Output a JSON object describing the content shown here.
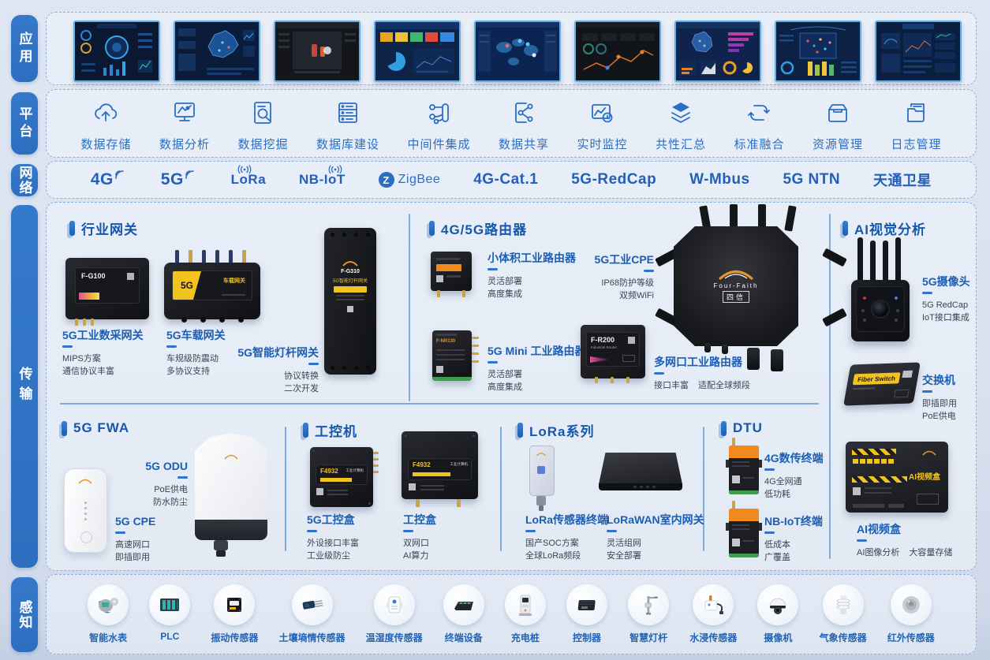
{
  "layers": {
    "app": "应用",
    "platform": "平台",
    "network": "网络",
    "transport": "传输",
    "perception": "感知"
  },
  "applications": {
    "screens": [
      "smart-factory-dashboard",
      "china-map-dashboard",
      "video-surveillance",
      "kpi-statistics-dashboard",
      "world-map-dashboard",
      "trend-analytics-dashboard",
      "province-map-dashboard",
      "monitoring-center-dashboard",
      "river-monitoring-platform"
    ]
  },
  "platform": {
    "items": [
      {
        "icon": "cloud-storage-icon",
        "label": "数据存储"
      },
      {
        "icon": "monitor-analysis-icon",
        "label": "数据分析"
      },
      {
        "icon": "doc-mining-icon",
        "label": "数据挖掘"
      },
      {
        "icon": "database-icon",
        "label": "数据库建设"
      },
      {
        "icon": "middleware-icon",
        "label": "中间件集成"
      },
      {
        "icon": "share-icon",
        "label": "数据共享"
      },
      {
        "icon": "realtime-monitor-icon",
        "label": "实时监控"
      },
      {
        "icon": "layers-icon",
        "label": "共性汇总"
      },
      {
        "icon": "standard-fusion-icon",
        "label": "标准融合"
      },
      {
        "icon": "resource-icon",
        "label": "资源管理"
      },
      {
        "icon": "logs-icon",
        "label": "日志管理"
      }
    ]
  },
  "network": {
    "items": [
      "4G",
      "5G",
      "LoRa",
      "NB-IoT",
      "ZigBee",
      "4G-Cat.1",
      "5G-RedCap",
      "W-Mbus",
      "5G NTN",
      "天通卫星"
    ],
    "zigbee_badge": "Z"
  },
  "transmission": {
    "industry_gateway": {
      "title": "行业网关",
      "products": [
        {
          "name": "5G工业数采网关",
          "features": [
            "MIPS方案",
            "通信协议丰富"
          ],
          "device": {
            "model": "F-G100"
          }
        },
        {
          "name": "5G车载网关",
          "features": [
            "车规级防震动",
            "多协议支持"
          ],
          "device": {
            "badge": "5G",
            "text": "车载网关"
          }
        },
        {
          "name": "5G智能灯杆网关",
          "features": [
            "协议转换",
            "二次开发"
          ],
          "device": {
            "model": "F-G310",
            "text": "5G智能灯杆网关"
          }
        }
      ]
    },
    "routers": {
      "title": "4G/5G路由器",
      "products": [
        {
          "name": "小体积工业路由器",
          "features": [
            "灵活部署",
            "高度集成"
          ]
        },
        {
          "name": "5G工业CPE",
          "features": [
            "IP68防护等级",
            "双频WiFi"
          ],
          "device": {
            "brand": "Four-Faith",
            "brand_cn": "四信"
          }
        },
        {
          "name": "5G Mini 工业路由器",
          "features": [
            "灵活部署",
            "高度集成"
          ],
          "device": {
            "model": "F-NR130"
          }
        },
        {
          "name": "多网口工业路由器",
          "features": [
            "接口丰富",
            "适配全球频段"
          ],
          "device": {
            "model": "F-R200",
            "sub": "Industrial Router"
          }
        }
      ]
    },
    "ai_vision": {
      "title": "AI视觉分析",
      "products": [
        {
          "name": "5G摄像头",
          "features": [
            "5G RedCap",
            "IoT接口集成"
          ]
        },
        {
          "name": "交换机",
          "features": [
            "即插即用",
            "PoE供电"
          ],
          "device": {
            "model": "Fiber Switch"
          }
        },
        {
          "name": "AI视频盒",
          "features": [
            "AI图像分析",
            "大容量存储"
          ],
          "device": {
            "model": "AI视频盒"
          }
        }
      ]
    },
    "fwa": {
      "title": "5G FWA",
      "products": [
        {
          "name": "5G CPE",
          "features": [
            "高速网口",
            "即插即用"
          ]
        },
        {
          "name": "5G ODU",
          "features": [
            "PoE供电",
            "防水防尘"
          ]
        }
      ]
    },
    "ipc": {
      "title": "工控机",
      "products": [
        {
          "name": "5G工控盒",
          "features": [
            "外设接口丰富",
            "工业级防尘"
          ],
          "device": {
            "model": "F4932",
            "sub": "工业计算机"
          }
        },
        {
          "name": "工控盒",
          "features": [
            "双网口",
            "AI算力"
          ],
          "device": {
            "model": "F4932",
            "sub": "工业计算机"
          }
        }
      ]
    },
    "lora": {
      "title": "LoRa系列",
      "products": [
        {
          "name": "LoRa传感器终端",
          "features": [
            "国产SOC方案",
            "全球LoRa频段"
          ]
        },
        {
          "name": "LoRaWAN室内网关",
          "features": [
            "灵活组网",
            "安全部署"
          ]
        }
      ]
    },
    "dtu": {
      "title": "DTU",
      "products": [
        {
          "name": "4G数传终端",
          "features": [
            "4G全网通",
            "低功耗"
          ]
        },
        {
          "name": "NB-IoT终端",
          "features": [
            "低成本",
            "广覆盖"
          ]
        }
      ]
    }
  },
  "perception": {
    "items": [
      "智能水表",
      "PLC",
      "振动传感器",
      "土壤墒情传感器",
      "温湿度传感器",
      "终端设备",
      "充电桩",
      "控制器",
      "智慧灯杆",
      "水浸传感器",
      "摄像机",
      "气象传感器",
      "红外传感器"
    ]
  },
  "colors": {
    "accent": "#2f73c5",
    "title_blue": "#1558ab",
    "device_yellow": "#f2c21f",
    "bg": "#dbe3f1"
  }
}
